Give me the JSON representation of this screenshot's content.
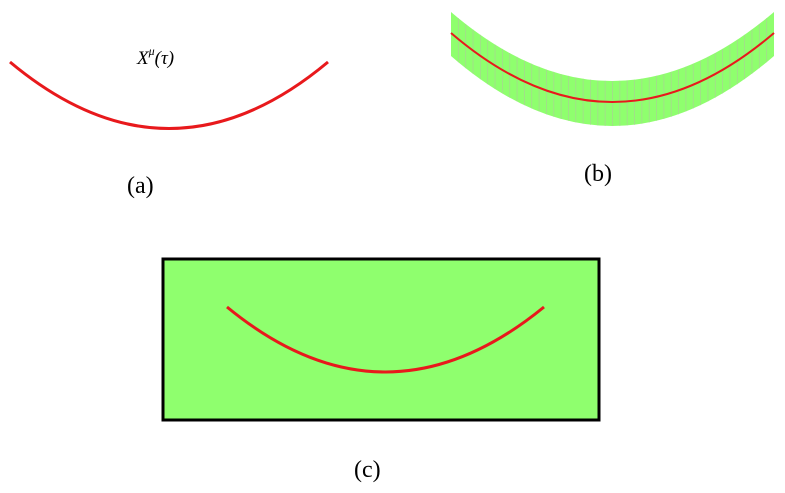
{
  "panels": {
    "a": {
      "label": "(a)",
      "curve_label": "X",
      "curve_label_superscript": "μ",
      "curve_label_argument": "(τ)"
    },
    "b": {
      "label": "(b)"
    },
    "c": {
      "label": "(c)"
    }
  },
  "colors": {
    "worldline": "#e8191c",
    "worldsheet": "#8fff6e",
    "worldsheet_grid": "#a6d98f",
    "frame_border": "#000000",
    "text": "#000000"
  }
}
